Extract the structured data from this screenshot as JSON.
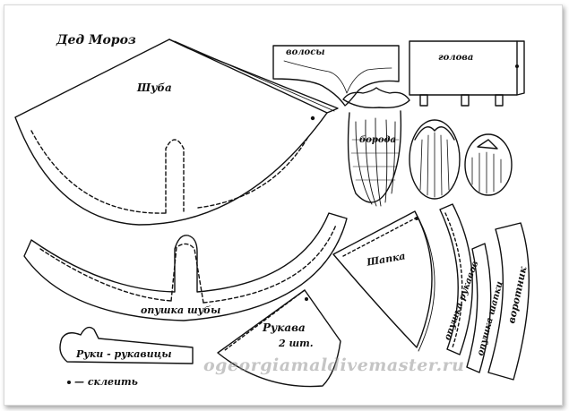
{
  "title": "Дед Мороз",
  "pieces": {
    "coat": "Шуба",
    "hair": "волосы",
    "head": "голова",
    "beard": "борода",
    "cap": "Шапка",
    "coat_hem": "опушка шубы",
    "sleeve_cuff": "опушка рукавов",
    "cap_trim": "опушка шапки",
    "collar": "воротник",
    "sleeves": "Рукава",
    "sleeves_qty": "2 шт.",
    "mittens": "Руки - рукавицы"
  },
  "legend": {
    "glue_label": "— склеить"
  },
  "watermark": "ogeorgiamaldivemaster.ru",
  "colors": {
    "ink": "#111111",
    "paper": "#ffffff",
    "watermark": "#969696"
  }
}
